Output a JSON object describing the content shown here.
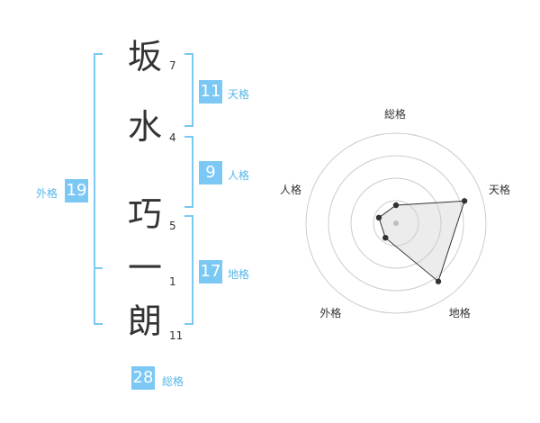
{
  "name_chars": [
    {
      "char": "坂",
      "strokes": "7"
    },
    {
      "char": "水",
      "strokes": "4"
    },
    {
      "char": "巧",
      "strokes": "5"
    },
    {
      "char": "一",
      "strokes": "1"
    },
    {
      "char": "朗",
      "strokes": "11"
    }
  ],
  "kakusu": {
    "tenkaku": {
      "value": "11",
      "label": "天格"
    },
    "jinkaku": {
      "value": "9",
      "label": "人格"
    },
    "chikaku": {
      "value": "17",
      "label": "地格"
    },
    "gaikaku": {
      "value": "19",
      "label": "外格"
    },
    "soukaku": {
      "value": "28",
      "label": "総格"
    }
  },
  "chart_data": {
    "type": "radar",
    "axes": [
      "総格",
      "天格",
      "地格",
      "外格",
      "人格"
    ],
    "values": [
      1,
      4,
      4,
      1,
      1
    ],
    "max": 5,
    "rings": 4
  },
  "colors": {
    "accent": "#7bc8f5",
    "accent_text": "#56b7e8",
    "text": "#333333",
    "ring": "#cccccc",
    "fill": "#eeeeee"
  }
}
